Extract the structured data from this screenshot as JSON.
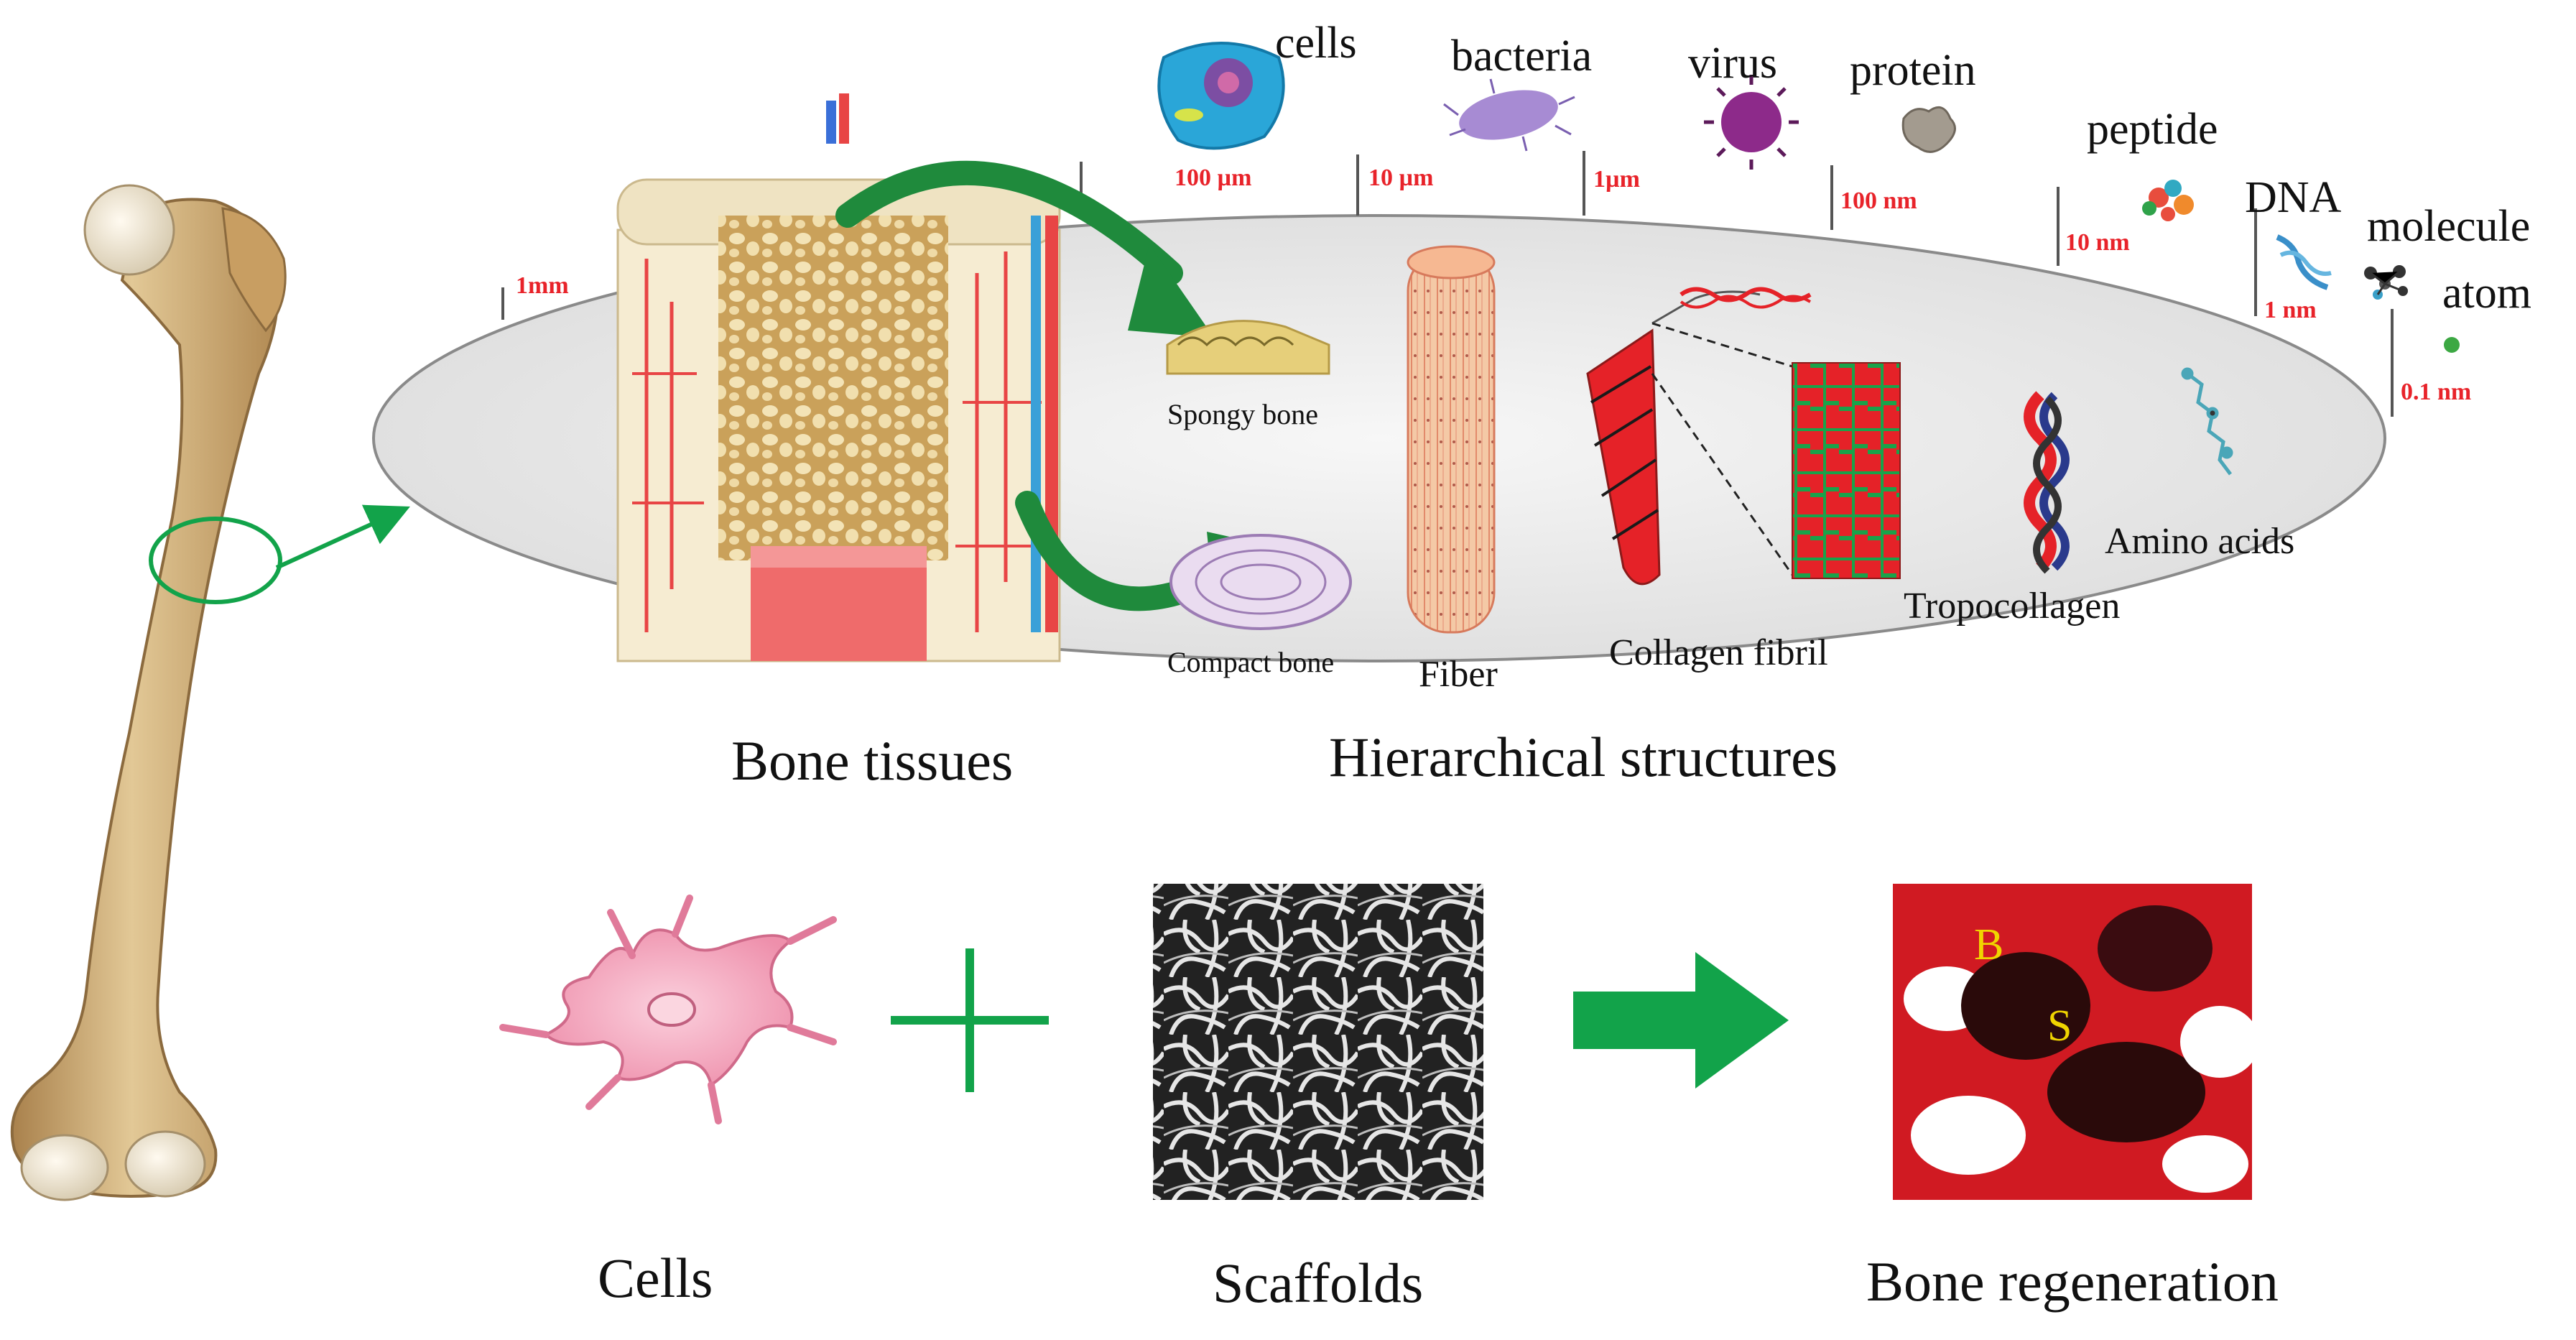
{
  "scale_entities": {
    "cells": "cells",
    "bacteria": "bacteria",
    "virus": "virus",
    "protein": "protein",
    "peptide": "peptide",
    "dna": "DNA",
    "molecule": "molecule",
    "atom": "atom"
  },
  "scale_ticks": {
    "t1mm": "1mm",
    "t100um": "100 µm",
    "t10um": "10 µm",
    "t1um": "1µm",
    "t100nm": "100 nm",
    "t10nm": "10 nm",
    "t1nm": "1 nm",
    "t01nm": "0.1 nm"
  },
  "structures": {
    "spongy": "Spongy bone",
    "compact": "Compact bone",
    "fiber": "Fiber",
    "collagen_fibril": "Collagen fibril",
    "tropocollagen": "Tropocollagen",
    "amino_acids": "Amino acids"
  },
  "section_labels": {
    "bone_tissues": "Bone tissues",
    "hierarchical": "Hierarchical structures"
  },
  "bottom_labels": {
    "cells": "Cells",
    "scaffolds": "Scaffolds",
    "bone_regeneration": "Bone regeneration",
    "marker_b": "B",
    "marker_s": "S"
  },
  "colors": {
    "accent_green": "#12a34a",
    "arrow_dark_green": "#1f8a3c",
    "tick_red": "#e8232a",
    "collagen_red": "#e52228",
    "bone_tan": "#cfae78",
    "cell_pink": "#f09ab3",
    "ellipse_fill": "#ececec"
  }
}
